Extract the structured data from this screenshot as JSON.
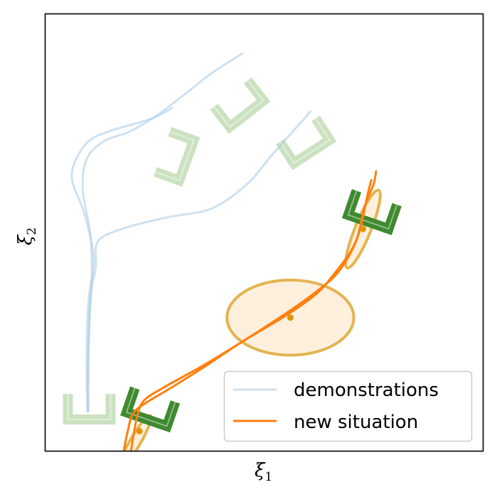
{
  "chart_data": {
    "type": "line",
    "title": "",
    "xlabel": "ξ",
    "xlabel_sub": "1",
    "ylabel": "ξ",
    "ylabel_sub": "2",
    "xlim": [
      0,
      100
    ],
    "ylim": [
      0,
      100
    ],
    "ticks": "none",
    "grid": false,
    "legend_position": "lower-right",
    "colors": {
      "demonstrations": "#aecde6",
      "new_situation": "#ff7f0e",
      "gripper_demo": "#a9cf98",
      "gripper_new": "#3f8a30",
      "ellipse_edge": "#e3b452",
      "ellipse_fill": "#fdebd2",
      "via_point": "#e39400"
    },
    "series": [
      {
        "name": "demonstrations",
        "style": "line",
        "lines": [
          [
            [
              9.6,
              9.0
            ],
            [
              9.4,
              20.0
            ],
            [
              9.8,
              34.0
            ],
            [
              11.0,
              44.0
            ],
            [
              9.0,
              54.0
            ],
            [
              6.0,
              63.0
            ],
            [
              9.0,
              70.0
            ],
            [
              14.0,
              73.0
            ],
            [
              24.0,
              76.0
            ],
            [
              29.0,
              78.5
            ]
          ],
          [
            [
              9.7,
              9.0
            ],
            [
              9.9,
              24.0
            ],
            [
              10.4,
              36.0
            ],
            [
              11.5,
              42.0
            ],
            [
              12.0,
              48.0
            ],
            [
              18.0,
              51.0
            ],
            [
              28.0,
              53.5
            ],
            [
              38.0,
              55.5
            ],
            [
              46.0,
              61.0
            ],
            [
              52.0,
              68.0
            ],
            [
              60.0,
              77.0
            ],
            [
              60.0,
              77.2
            ]
          ],
          [
            [
              9.8,
              9.0
            ],
            [
              9.7,
              18.0
            ],
            [
              10.0,
              30.0
            ],
            [
              10.6,
              40.0
            ],
            [
              10.2,
              50.0
            ],
            [
              8.5,
              60.0
            ],
            [
              9.5,
              67.0
            ],
            [
              13.5,
              71.0
            ],
            [
              19.0,
              73.0
            ],
            [
              25.0,
              76.5
            ],
            [
              31.0,
              81.0
            ],
            [
              38.0,
              86.5
            ],
            [
              45.0,
              91.0
            ]
          ]
        ]
      },
      {
        "name": "new situation",
        "style": "line",
        "lines": [
          [
            [
              19.5,
              -0.5
            ],
            [
              20.2,
              4.0
            ],
            [
              21.0,
              8.0
            ],
            [
              22.5,
              11.5
            ],
            [
              27.0,
              14.5
            ],
            [
              36.0,
              19.5
            ],
            [
              45.0,
              25.0
            ],
            [
              55.0,
              31.5
            ],
            [
              62.0,
              36.5
            ],
            [
              67.0,
              41.0
            ],
            [
              71.0,
              48.0
            ],
            [
              73.0,
              56.0
            ],
            [
              75.0,
              61.0
            ],
            [
              75.6,
              64.0
            ]
          ],
          [
            [
              17.8,
              -0.5
            ],
            [
              18.7,
              4.0
            ],
            [
              20.0,
              8.5
            ],
            [
              23.0,
              11.0
            ],
            [
              28.0,
              14.0
            ],
            [
              36.0,
              19.0
            ],
            [
              45.0,
              25.0
            ],
            [
              55.0,
              31.0
            ],
            [
              62.0,
              36.0
            ],
            [
              66.0,
              40.5
            ],
            [
              70.0,
              46.0
            ],
            [
              72.0,
              51.0
            ],
            [
              73.5,
              58.0
            ],
            [
              74.5,
              62.0
            ]
          ]
        ]
      }
    ],
    "via_points": [
      [
        56.0,
        30.5
      ],
      [
        72.6,
        50.8
      ],
      [
        21.5,
        4.5
      ]
    ],
    "covariance_ellipses": [
      {
        "cx": 56.0,
        "cy": 30.5,
        "rx": 14.5,
        "ry": 8.6,
        "angle": 0
      },
      {
        "cx": 72.6,
        "cy": 50.8,
        "rx": 1.8,
        "ry": 9.6,
        "angle": 22
      },
      {
        "cx": 20.5,
        "cy": 2.0,
        "rx": 1.2,
        "ry": 7.0,
        "angle": 30
      }
    ],
    "grippers": [
      {
        "set": "demo",
        "x": 10.0,
        "y": 10.1,
        "angle": 0
      },
      {
        "set": "demo",
        "x": 29.5,
        "y": 67.5,
        "angle": -70
      },
      {
        "set": "demo",
        "x": 44.2,
        "y": 79.5,
        "angle": -38
      },
      {
        "set": "demo",
        "x": 59.3,
        "y": 71.0,
        "angle": -33
      },
      {
        "set": "new",
        "x": 24.1,
        "y": 10.0,
        "angle": 19
      },
      {
        "set": "new",
        "x": 74.8,
        "y": 55.2,
        "angle": 19
      }
    ],
    "legend": [
      {
        "label": "demonstrations",
        "series": "demonstrations"
      },
      {
        "label": "new situation",
        "series": "new situation"
      }
    ]
  }
}
